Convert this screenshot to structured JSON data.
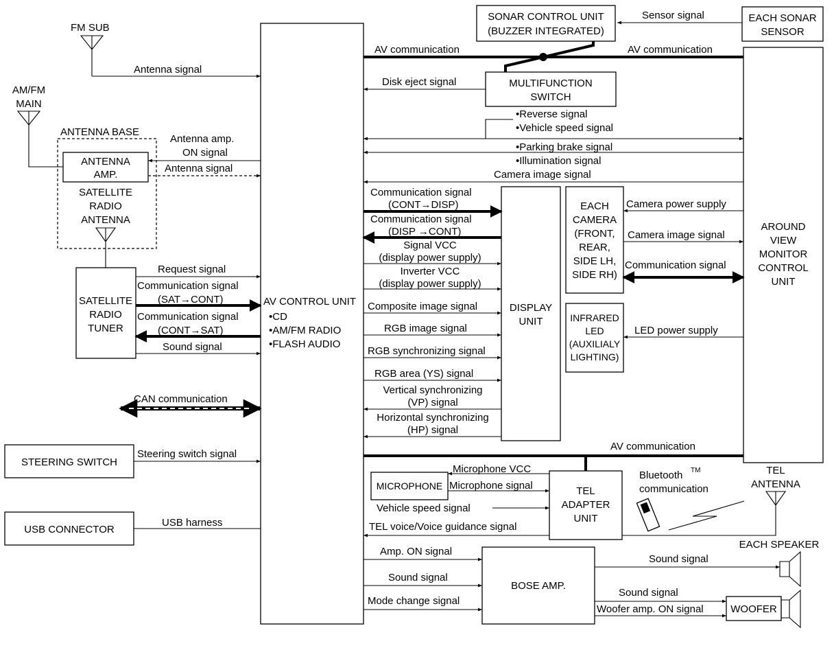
{
  "blocks": {
    "av_control_unit": [
      "AV CONTROL UNIT",
      "•CD",
      "•AM/FM RADIO",
      "•FLASH AUDIO"
    ],
    "sonar_control_unit": [
      "SONAR CONTROL UNIT",
      "(BUZZER INTEGRATED)"
    ],
    "each_sonar_sensor": [
      "EACH SONAR",
      "SENSOR"
    ],
    "multifunction_switch": [
      "MULTIFUNCTION",
      "SWITCH"
    ],
    "around_view_monitor": [
      "AROUND",
      "VIEW",
      "MONITOR",
      "CONTROL",
      "UNIT"
    ],
    "display_unit": [
      "DISPLAY",
      "UNIT"
    ],
    "each_camera": [
      "EACH",
      "CAMERA",
      "(FRONT,",
      "REAR,",
      "SIDE LH,",
      "SIDE RH)"
    ],
    "infrared_led": [
      "INFRARED",
      "LED",
      "(AUXILIALY",
      "LIGHTING)"
    ],
    "antenna_amp": [
      "ANTENNA",
      "AMP."
    ],
    "antenna_base_label": "ANTENNA BASE",
    "satellite_radio_antenna": [
      "SATELLITE",
      "RADIO",
      "ANTENNA"
    ],
    "satellite_radio_tuner": [
      "SATELLITE",
      "RADIO",
      "TUNER"
    ],
    "steering_switch": "STEERING SWITCH",
    "usb_connector": "USB CONNECTOR",
    "microphone": "MICROPHONE",
    "tel_adapter_unit": [
      "TEL",
      "ADAPTER",
      "UNIT"
    ],
    "bose_amp": "BOSE AMP.",
    "woofer": "WOOFER",
    "fm_sub": "FM SUB",
    "am_fm_main": [
      "AM/FM",
      "MAIN"
    ],
    "tel_antenna": [
      "TEL",
      "ANTENNA"
    ],
    "each_speaker": "EACH SPEAKER"
  },
  "signals": {
    "sensor_signal": "Sensor signal",
    "av_communication": "AV communication",
    "antenna_signal": "Antenna signal",
    "disk_eject_signal": "Disk eject signal",
    "reverse_vehicle_speed": [
      "•Reverse signal",
      "•Vehicle speed signal"
    ],
    "parking_illumination": [
      "•Parking brake signal",
      "•Illumination signal"
    ],
    "camera_image_signal": "Camera image signal",
    "antenna_amp_on": [
      "Antenna amp.",
      "ON signal"
    ],
    "comm_cont_disp": [
      "Communication signal",
      "(CONT→DISP)"
    ],
    "comm_disp_cont": [
      "Communication signal",
      "(DISP →CONT)"
    ],
    "signal_vcc": [
      "Signal VCC",
      "(display power supply)"
    ],
    "inverter_vcc": [
      "Inverter VCC",
      "(display power supply)"
    ],
    "composite_image": "Composite image signal",
    "rgb_image": "RGB image signal",
    "rgb_sync": "RGB synchronizing signal",
    "rgb_area": "RGB area (YS) signal",
    "vertical_sync": [
      "Vertical synchronizing",
      "(VP) signal"
    ],
    "horizontal_sync": [
      "Horizontal synchronizing",
      "(HP) signal"
    ],
    "camera_power_supply": "Camera power supply",
    "communication_signal": "Communication signal",
    "led_power_supply": "LED power supply",
    "request_signal": "Request signal",
    "comm_sat_cont": [
      "Communication signal",
      "(SAT→CONT)"
    ],
    "comm_cont_sat": [
      "Communication signal",
      "(CONT→SAT)"
    ],
    "sound_signal": "Sound signal",
    "can_communication": "CAN communication",
    "steering_switch_signal": "Steering switch signal",
    "usb_harness": "USB harness",
    "microphone_vcc": "Microphone VCC",
    "microphone_signal": "Microphone signal",
    "vehicle_speed_signal": "Vehicle speed signal",
    "tel_voice": "TEL voice/Voice guidance signal",
    "bluetooth": [
      "Bluetooth",
      "TM",
      "communication"
    ],
    "amp_on_signal": "Amp. ON signal",
    "mode_change_signal": "Mode change signal",
    "woofer_amp_on": "Woofer amp. ON signal"
  }
}
